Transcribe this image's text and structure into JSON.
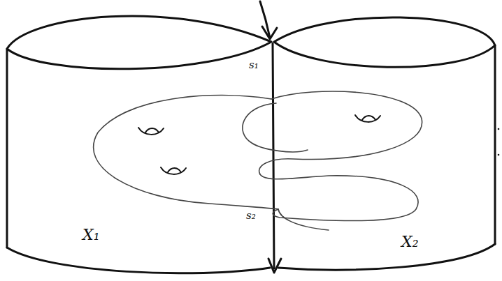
{
  "diagram": {
    "labels": [
      "s₁",
      "s₂",
      "X₁",
      "X₂"
    ]
  }
}
